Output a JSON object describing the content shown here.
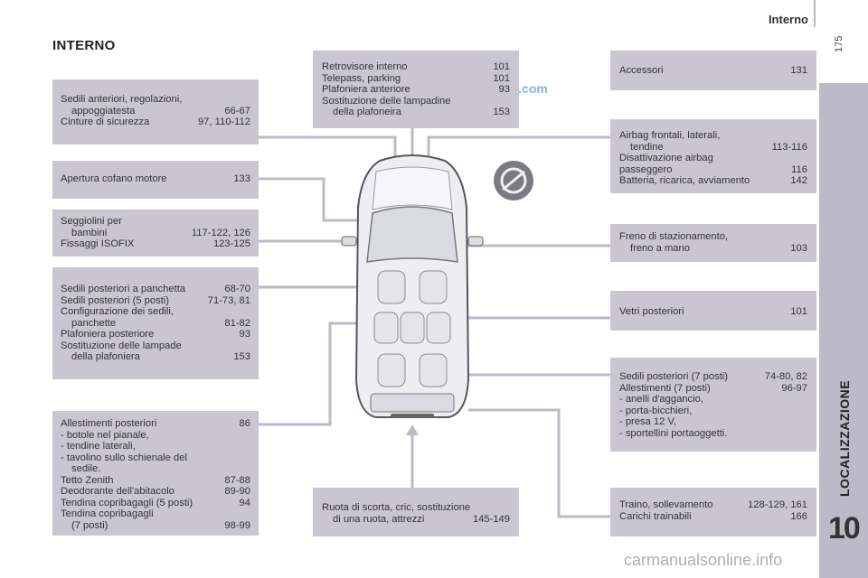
{
  "header": {
    "title": "Interno",
    "page_number": "175"
  },
  "section_title": "INTERNO",
  "side_tab": {
    "label": "LOCALIZZAZIONE",
    "chapter": "10"
  },
  "watermarks": {
    "top": "CarManuals2.com",
    "bottom": "carmanualsonline.info"
  },
  "boxes": {
    "front_seats": [
      {
        "text": "Sedili anteriori, regolazioni,",
        "page": "",
        "indent": false
      },
      {
        "text": "appoggiatesta",
        "page": "66-67",
        "indent": true
      },
      {
        "text": "Cinture di sicurezza",
        "page": "97, 110-112",
        "indent": false
      }
    ],
    "bonnet": [
      {
        "text": "Apertura cofano motore",
        "page": "133",
        "indent": false
      }
    ],
    "child_seats": [
      {
        "text": "Seggiolini per",
        "page": "",
        "indent": false
      },
      {
        "text": "bambini",
        "page": "117-122, 126",
        "indent": true
      },
      {
        "text": "Fissaggi ISOFIX",
        "page": "123-125",
        "indent": false
      }
    ],
    "rear_seats": [
      {
        "text": "Sedili posteriori a panchetta",
        "page": "68-70",
        "indent": false
      },
      {
        "text": "Sedili posteriori (5 posti)",
        "page": "71-73, 81",
        "indent": false
      },
      {
        "text": "Configurazione dei sedili,",
        "page": "",
        "indent": false
      },
      {
        "text": "panchette",
        "page": "81-82",
        "indent": true
      },
      {
        "text": "Plafoniera posteriore",
        "page": "93",
        "indent": false
      },
      {
        "text": "Sostituzione delle lampade",
        "page": "",
        "indent": false
      },
      {
        "text": "della plafoniera",
        "page": "153",
        "indent": true
      }
    ],
    "rear_fittings": [
      {
        "text": "Allestimenti posteriori",
        "page": "86",
        "indent": false
      },
      {
        "text": "-  botole nel pianale,",
        "page": "",
        "indent": false
      },
      {
        "text": "-  tendine laterali,",
        "page": "",
        "indent": false
      },
      {
        "text": "-  tavolino sullo schienale del",
        "page": "",
        "indent": false
      },
      {
        "text": "sedile.",
        "page": "",
        "indent": true
      },
      {
        "text": "Tetto Zenith",
        "page": "87-88",
        "indent": false
      },
      {
        "text": "Deodorante dell'abitacolo",
        "page": "89-90",
        "indent": false
      },
      {
        "text": "Tendina copribagagli (5 posti)",
        "page": "94",
        "indent": false
      },
      {
        "text": "Tendina copribagagli",
        "page": "",
        "indent": false
      },
      {
        "text": "(7 posti)",
        "page": "98-99",
        "indent": true
      }
    ],
    "mirror": [
      {
        "text": "Retrovisore interno",
        "page": "101",
        "indent": false
      },
      {
        "text": "Telepass, parking",
        "page": "101",
        "indent": false
      },
      {
        "text": "Plafoniera anteriore",
        "page": "93",
        "indent": false
      },
      {
        "text": "Sostituzione delle lampadine",
        "page": "",
        "indent": false
      },
      {
        "text": "della plafoneira",
        "page": "153",
        "indent": true
      }
    ],
    "spare_wheel": [
      {
        "text": "Ruota di scorta, cric, sostituzione",
        "page": "",
        "indent": false
      },
      {
        "text": "di una ruota, attrezzi",
        "page": "145-149",
        "indent": true
      }
    ],
    "accessories": [
      {
        "text": "Accessori",
        "page": "131",
        "indent": false
      }
    ],
    "airbags": [
      {
        "text": "Airbag frontali, laterali,",
        "page": "",
        "indent": false
      },
      {
        "text": "tendine",
        "page": "113-116",
        "indent": true
      },
      {
        "text": "Disattivazione airbag",
        "page": "",
        "indent": false
      },
      {
        "text": "passeggero",
        "page": "116",
        "indent": false
      },
      {
        "text": "Batteria, ricarica, avviamento",
        "page": "142",
        "indent": false
      }
    ],
    "handbrake": [
      {
        "text": "Freno di stazionamento,",
        "page": "",
        "indent": false
      },
      {
        "text": "freno a mano",
        "page": "103",
        "indent": true
      }
    ],
    "rear_windows": [
      {
        "text": "Vetri posteriori",
        "page": "101",
        "indent": false
      }
    ],
    "seven_seats": [
      {
        "text": "Sedili posteriori (7 posti)",
        "page": "74-80, 82",
        "indent": false
      },
      {
        "text": "Allestimenti (7 posti)",
        "page": "96-97",
        "indent": false
      },
      {
        "text": "-  anelli d'aggancio,",
        "page": "",
        "indent": false
      },
      {
        "text": "-  porta-bicchieri,",
        "page": "",
        "indent": false
      },
      {
        "text": "-  presa 12 V,",
        "page": "",
        "indent": false
      },
      {
        "text": "-  sportellini portaoggetti.",
        "page": "",
        "indent": false
      }
    ],
    "towing": [
      {
        "text": "Traino, sollevamento",
        "page": "128-129, 161",
        "indent": false
      },
      {
        "text": "Carichi trainabili",
        "page": "166",
        "indent": false
      }
    ]
  },
  "colors": {
    "box_fill": "#c9c6d2",
    "side_tab": "#bdbac8",
    "leader_line": "#bdbac8",
    "car_body": "#eeeef2",
    "car_outline": "#55555e"
  }
}
